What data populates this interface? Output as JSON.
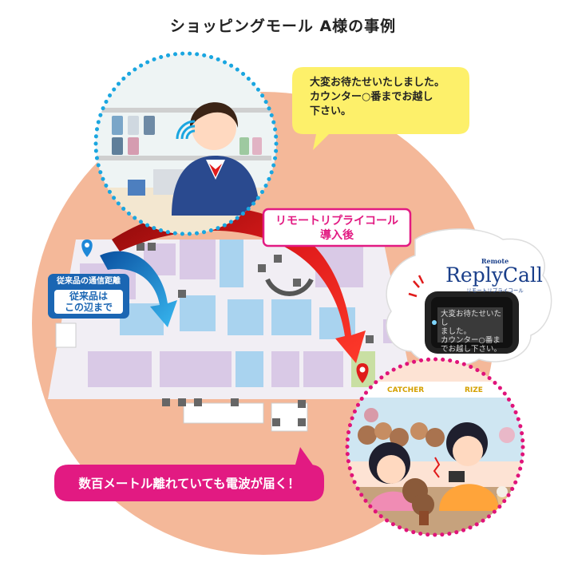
{
  "title": "ショッピングモール A様の事例",
  "staff_bubble": {
    "line1": "大変お待たせいたしました。",
    "line2": "カウンター○番までお越し",
    "line3": "下さい。"
  },
  "after_label": {
    "line1": "リモートリプライコール",
    "line2": "導入後"
  },
  "before_label": {
    "line1": "従来品の通信距離",
    "line2": "従来品は",
    "line3": "この辺まで"
  },
  "banner": "数百メートル離れていても電波が届く！",
  "device": {
    "brand_small": "Remote",
    "brand": "ReplyCall",
    "brand_sub": "リモートリプライコール",
    "screen_line1": "大変お待たせいたし",
    "screen_line2": "ました。",
    "screen_line3": "カウンター○番ま",
    "screen_line4": "でお越し下さい。"
  },
  "game_sign": {
    "left": "CATCHER",
    "right": "RIZE"
  },
  "colors": {
    "background_circle": "#f4b899",
    "dot_blue": "#1aa6e0",
    "dot_pink": "#e0147a",
    "arrow_red": "#e01b1b",
    "arrow_blue": "#1e88d8",
    "label_blue": "#1b66b3",
    "banner_pink": "#e21a82"
  }
}
